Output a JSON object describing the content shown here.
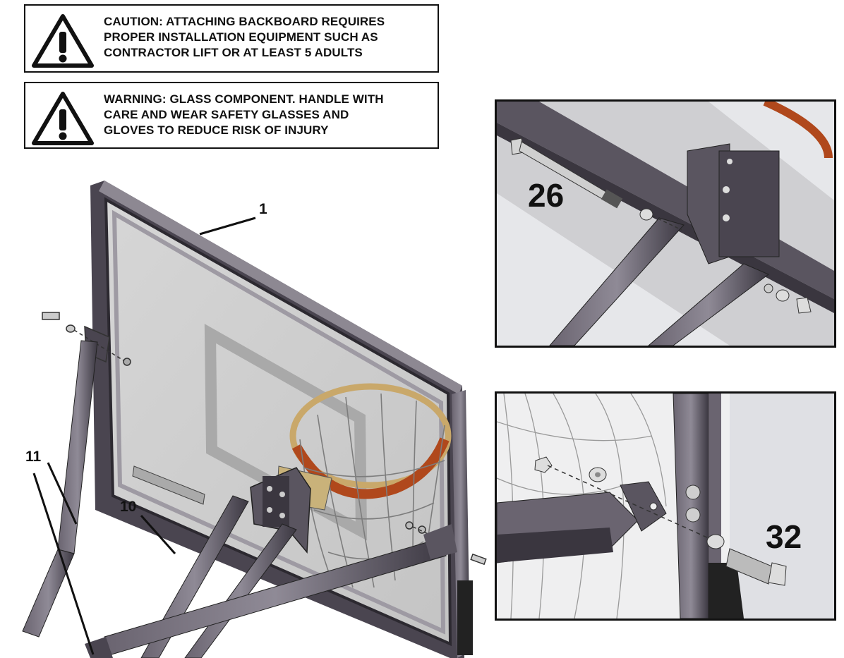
{
  "caution_box": {
    "lines": [
      "CAUTION: ATTACHING BACKBOARD REQUIRES",
      "PROPER INSTALLATION EQUIPMENT SUCH AS",
      "CONTRACTOR LIFT OR AT LEAST 5 ADULTS"
    ]
  },
  "warning_box": {
    "lines": [
      "WARNING: GLASS COMPONENT. HANDLE WITH",
      "CARE AND WEAR SAFETY GLASSES AND",
      "GLOVES TO REDUCE RISK OF INJURY"
    ]
  },
  "callouts": {
    "backboard": "1",
    "main_arm": "10",
    "support_arm": "11",
    "bolt_inset_top": "26",
    "bolt_inset_bottom": "32"
  },
  "colors": {
    "frame_dark": "#4a4550",
    "glass": "#d9d9d9",
    "rim_orange": "#c0551f",
    "bracket_tan": "#c9b27a",
    "text": "#111111"
  }
}
